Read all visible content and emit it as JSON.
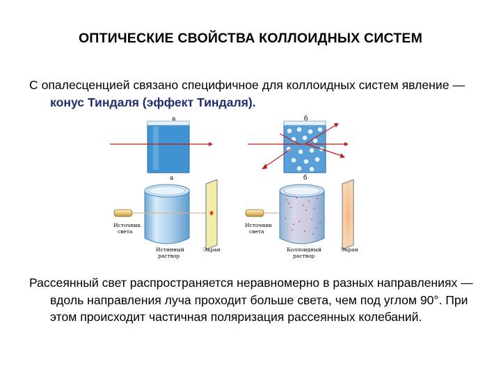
{
  "slide": {
    "title": "ОПТИЧЕСКИЕ СВОЙСТВА КОЛЛОИДНЫХ СИСТЕМ",
    "paragraph1": {
      "text": "С опалесценцией связано специфичное для коллоидных систем явление — ",
      "highlight": "конус Тиндаля (эффект Тиндаля)."
    },
    "paragraph2": "Рассеянный свет распространяется неравномерно в разных направлениях — вдоль направления луча проходит больше света, чем под углом 90°. При этом происходит частичная поляризация рассеянных колебаний."
  },
  "figure": {
    "top_label_a": "а",
    "top_label_b": "б",
    "bottom_label_a": "а",
    "bottom_label_b": "б",
    "light_source_left": [
      "Источник",
      "света"
    ],
    "light_source_right": [
      "Источник",
      "света"
    ],
    "true_solution": [
      "Истинный",
      "раствор"
    ],
    "colloid_solution": [
      "Коллоидный",
      "раствор"
    ],
    "screen_left": "Экран",
    "screen_right": "Экран",
    "colors": {
      "liquid_blue": "#3f93d2",
      "light_liquid": "#9ec6e6",
      "beam_red": "#c21a1a",
      "screen_left": "#f3ecab",
      "screen_right": "#f2c9a4"
    }
  }
}
